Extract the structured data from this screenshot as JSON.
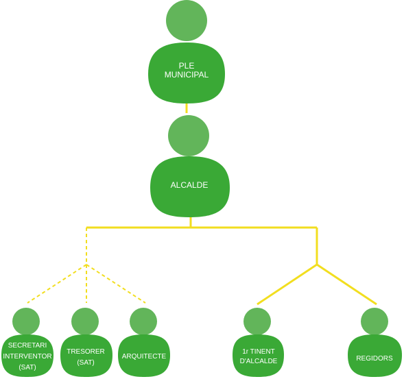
{
  "colors": {
    "head": "#62b55a",
    "body": "#3aa936",
    "connector": "#f2de1f",
    "label": "#ffffff"
  },
  "nodes": {
    "ple": {
      "line1": "PLE",
      "line2": "MUNICIPAL"
    },
    "alcalde": {
      "label": "ALCALDE"
    },
    "secretari": {
      "line1": "SECRETARI",
      "line2": "INTERVENTOR",
      "line3": "(SAT)"
    },
    "tresorer": {
      "line1": "TRESORER",
      "line2": "(SAT)"
    },
    "arquitecte": {
      "label": "ARQUITECTE"
    },
    "tinent": {
      "line1": "1r TINENT",
      "line2": "D'ALCALDE"
    },
    "regidors": {
      "label": "REGIDORS"
    }
  }
}
